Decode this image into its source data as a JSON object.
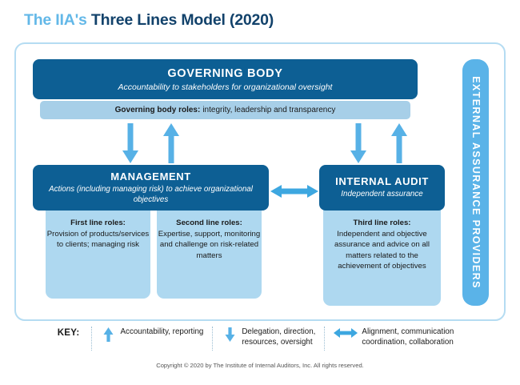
{
  "title": {
    "light_part": "The IIA's ",
    "dark_part": "Three Lines Model (2020)"
  },
  "governing_body": {
    "title": "GOVERNING BODY",
    "subtitle": "Accountability to stakeholders for organizational oversight",
    "roles_label": "Governing body roles:",
    "roles_text": "integrity, leadership and transparency"
  },
  "management": {
    "title": "MANAGEMENT",
    "subtitle": "Actions (including managing risk) to achieve organizational objectives"
  },
  "internal_audit": {
    "title": "INTERNAL AUDIT",
    "subtitle": "Independent assurance"
  },
  "lines": [
    {
      "heading": "First line roles:",
      "body": "Provision of products/services to clients; managing risk"
    },
    {
      "heading": "Second line roles:",
      "body": "Expertise, support, monitoring and challenge on risk-related matters"
    },
    {
      "heading": "Third line roles:",
      "body": "Independent and objective assurance and advice on all matters related to the achievement of objectives"
    }
  ],
  "external_assurance": {
    "label": "EXTERNAL ASSURANCE PROVIDERS"
  },
  "key": {
    "label": "KEY:",
    "items": [
      {
        "icon": "arrow-up-icon",
        "text": "Accountability, reporting"
      },
      {
        "icon": "arrow-down-icon",
        "text": "Delegation, direction,\nresources, oversight"
      },
      {
        "icon": "arrow-left-right-icon",
        "text": "Alignment, communication\ncoordination, collaboration"
      }
    ]
  },
  "footer": {
    "copyright": "Copyright © 2020 by The Institute of Internal Auditors, Inc. All rights reserved."
  },
  "colors": {
    "dark_blue": "#0d5f94",
    "navy_text": "#12426b",
    "light_blue_panel": "#aed8f0",
    "mid_blue_panel": "#a7cfe8",
    "accent_blue": "#5ab3e8",
    "frame_blue": "#b5dcf2"
  }
}
